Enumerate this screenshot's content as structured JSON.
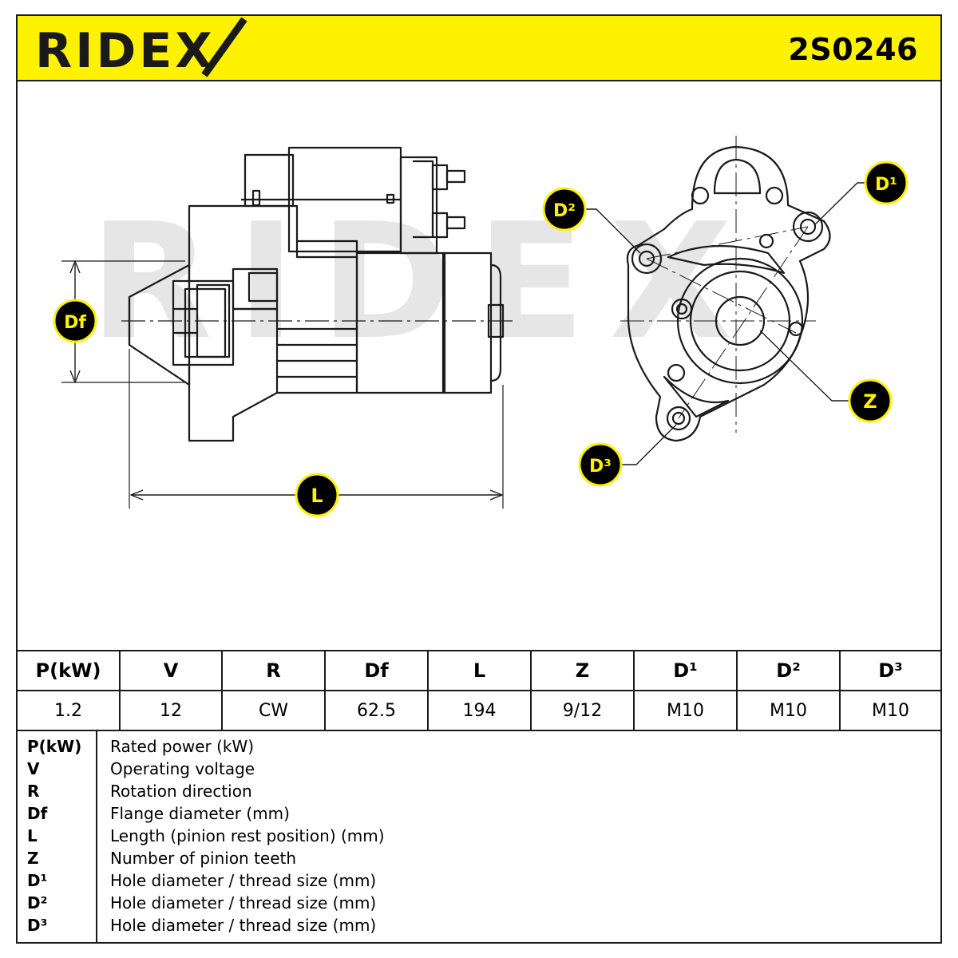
{
  "header": {
    "brand": "RIDEX",
    "part_number": "2S0246",
    "accent_color": "#fff200"
  },
  "drawing": {
    "callouts": {
      "df": "Df",
      "l": "L",
      "d1": "D¹",
      "d2": "D²",
      "d3": "D³",
      "z": "Z"
    },
    "watermark": "RIDEX"
  },
  "specs": {
    "columns": [
      "P(kW)",
      "V",
      "R",
      "Df",
      "L",
      "Z",
      "D¹",
      "D²",
      "D³"
    ],
    "values": [
      "1.2",
      "12",
      "CW",
      "62.5",
      "194",
      "9/12",
      "M10",
      "M10",
      "M10"
    ]
  },
  "legend": [
    {
      "key": "P(kW)",
      "desc": "Rated power (kW)"
    },
    {
      "key": "V",
      "desc": "Operating voltage"
    },
    {
      "key": "R",
      "desc": "Rotation direction"
    },
    {
      "key": "Df",
      "desc": "Flange diameter (mm)"
    },
    {
      "key": "L",
      "desc": "Length (pinion rest position) (mm)"
    },
    {
      "key": "Z",
      "desc": "Number of pinion teeth"
    },
    {
      "key": "D¹",
      "desc": "Hole diameter / thread size (mm)"
    },
    {
      "key": "D²",
      "desc": "Hole diameter / thread size (mm)"
    },
    {
      "key": "D³",
      "desc": "Hole diameter / thread size (mm)"
    }
  ]
}
